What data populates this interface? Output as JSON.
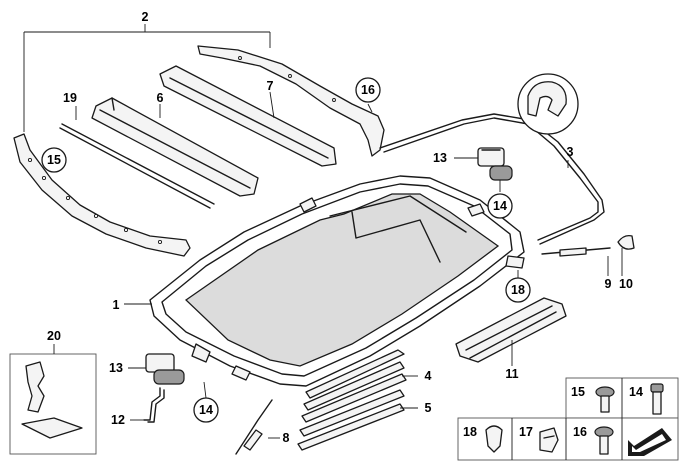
{
  "callouts": {
    "c1": "1",
    "c2": "2",
    "c3": "3",
    "c4": "4",
    "c5": "5",
    "c6": "6",
    "c7": "7",
    "c8": "8",
    "c9": "9",
    "c10": "10",
    "c11": "11",
    "c12": "12",
    "c13a": "13",
    "c13b": "13",
    "c14a": "14",
    "c14b": "14",
    "c15": "15",
    "c16": "16",
    "c18": "18",
    "c19": "19",
    "c20": "20"
  },
  "fastener_panel": {
    "c15": "15",
    "c14": "14",
    "c18": "18",
    "c17": "17",
    "c16": "16"
  },
  "colors": {
    "line": "#1a1a1a",
    "glass": "#dcdcdc",
    "panel_border": "#555555"
  }
}
